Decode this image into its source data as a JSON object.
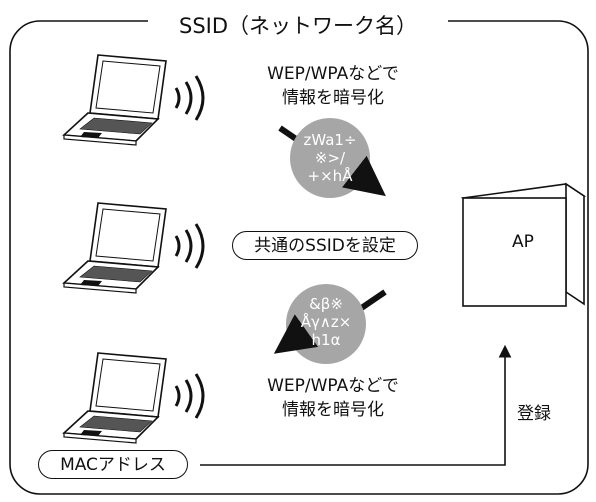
{
  "frame": {
    "title": "SSID（ネットワーク名）"
  },
  "top_label": {
    "line1": "WEP/WPAなどで",
    "line2": "情報を暗号化"
  },
  "bottom_label": {
    "line1": "WEP/WPAなどで",
    "line2": "情報を暗号化"
  },
  "center_pill": {
    "text": "共通のSSIDを設定"
  },
  "ap": {
    "label": "AP"
  },
  "mac_pill": {
    "text": "MACアドレス"
  },
  "register_label": "登録",
  "cipher_top": {
    "line1": "zWa1÷",
    "line2": "※>/",
    "line3": "+×hÅ"
  },
  "cipher_bottom": {
    "line1": "&β※",
    "line2": "Åγ∧z×",
    "line3": "h1α"
  },
  "colors": {
    "line": "#111111",
    "cipher_fill": "#a6a6a6",
    "background": "#ffffff"
  }
}
